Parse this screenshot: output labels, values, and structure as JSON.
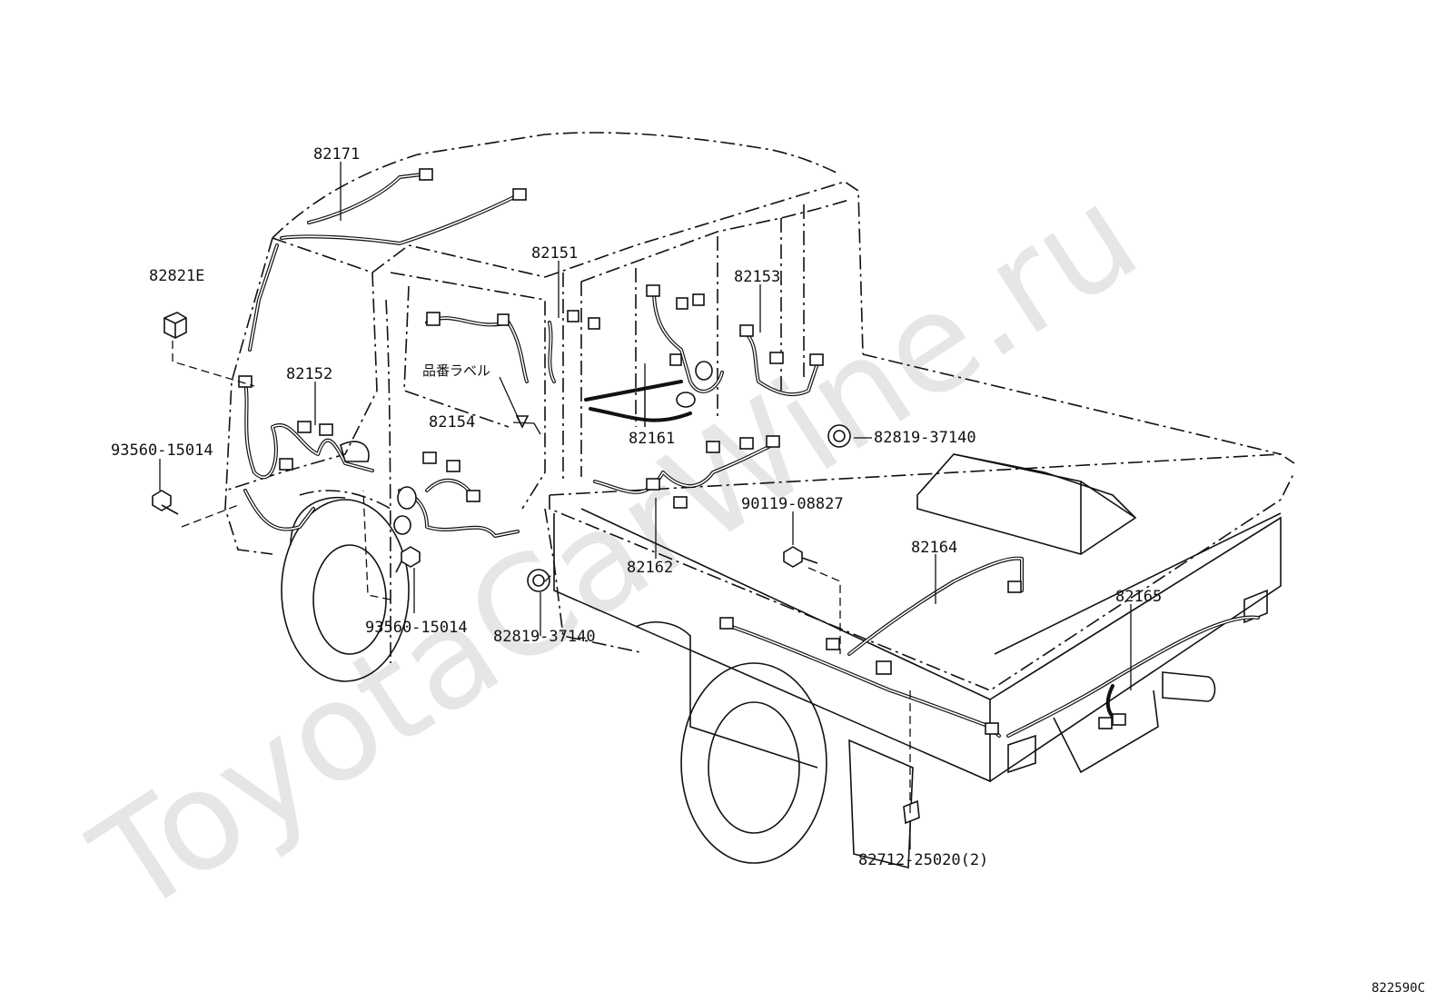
{
  "watermark": "ToyotaCarWine.ru",
  "diagram_code": "822590C",
  "japanese_label": "品番ラベル",
  "labels": {
    "p82171": "82171",
    "p82821E": "82821E",
    "p82151": "82151",
    "p82153": "82153",
    "p82152": "82152",
    "p82154": "82154",
    "p82161": "82161",
    "p82819_top": "82819-37140",
    "p93560_left": "93560-15014",
    "p90119": "90119-08827",
    "p82162": "82162",
    "p82164": "82164",
    "p82165": "82165",
    "p93560_bottom": "93560-15014",
    "p82819_bottom": "82819-37140",
    "p82712": "82712-25020(2)"
  }
}
